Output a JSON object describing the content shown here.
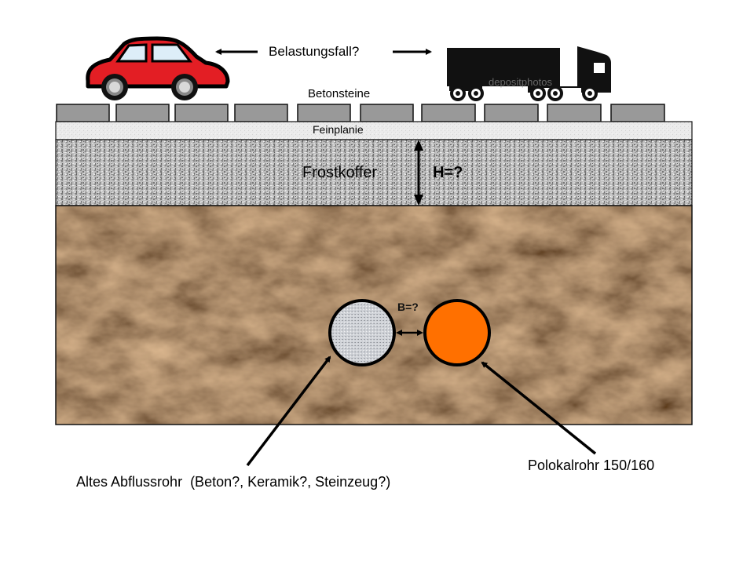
{
  "labels": {
    "load_case": "Belastungsfall?",
    "paving_stones": "Betonsteine",
    "fine_grading": "Feinplanie",
    "frost_layer": "Frostkoffer",
    "frost_height": "H=?",
    "pipe_spacing": "B=?",
    "old_pipe": "Altes Abflussrohr  (Beton?, Keramik?, Steinzeug?)",
    "new_pipe": "Polokalrohr 150/160"
  },
  "watermark": "depositphotos",
  "colors": {
    "car_body": "#e31e24",
    "car_window": "#ddeef8",
    "truck": "#111111",
    "stone": "#999999",
    "fine_grading": "#ececec",
    "frost_layer": "#b8b8b8",
    "soil": "#4a3020",
    "old_pipe": "#c8cbd0",
    "new_pipe": "#ff7000"
  }
}
